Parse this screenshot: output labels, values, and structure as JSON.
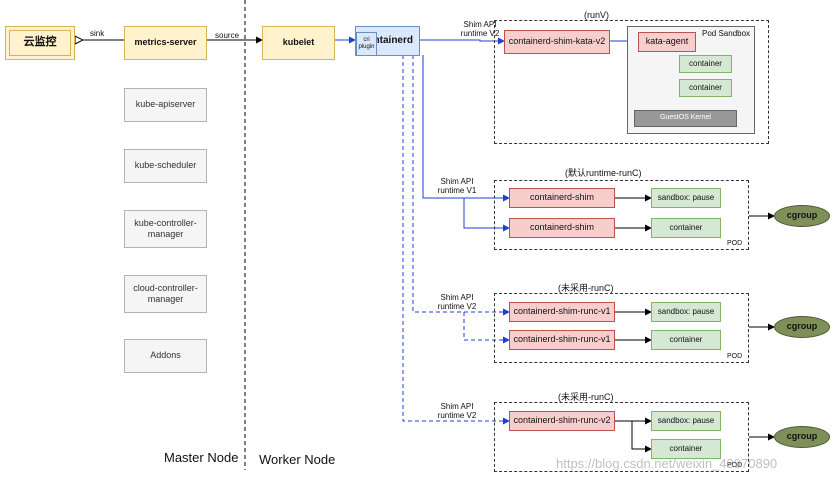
{
  "master": {
    "monitor": "云监控",
    "metrics_server": "metrics-server",
    "components": [
      "kube-apiserver",
      "kube-scheduler",
      "kube-controller-manager",
      "cloud-controller-manager",
      "Addons"
    ],
    "label": "Master Node"
  },
  "worker": {
    "kubelet": "kubelet",
    "cri_plugin": "cri plugin",
    "containerd": "containerd",
    "label": "Worker Node"
  },
  "edges": {
    "sink": "sink",
    "source": "source"
  },
  "runv": {
    "title": "(runV)",
    "shim_label": "Shim API runtime V2",
    "shim": "containerd-shim-kata-v2",
    "sandbox_title": "Pod Sandbox",
    "agent": "kata-agent",
    "containers": [
      "container",
      "container"
    ],
    "kernel": "GuestOS Kernel"
  },
  "runc_default": {
    "title": "(默认runtime-runC)",
    "shim_label": "Shim API runtime V1",
    "shims": [
      "containerd-shim",
      "containerd-shim"
    ],
    "targets": [
      "sandbox: pause",
      "container"
    ],
    "pod": "POD",
    "cgroup": "cgroup"
  },
  "runc_v1": {
    "title": "(未采用-runC)",
    "shim_label": "Shim API runtime V2",
    "shims": [
      "containerd-shim-runc-v1",
      "containerd-shim-runc-v1"
    ],
    "targets": [
      "sandbox: pause",
      "container"
    ],
    "pod": "POD",
    "cgroup": "cgroup"
  },
  "runc_v2": {
    "title": "(未采用-runC)",
    "shim_label": "Shim API runtime V2",
    "shim": "containerd-shim-runc-v2",
    "targets": [
      "sandbox: pause",
      "container"
    ],
    "pod": "POD",
    "cgroup": "cgroup"
  },
  "watermark": "https://blog.csdn.net/weixin_43970890"
}
